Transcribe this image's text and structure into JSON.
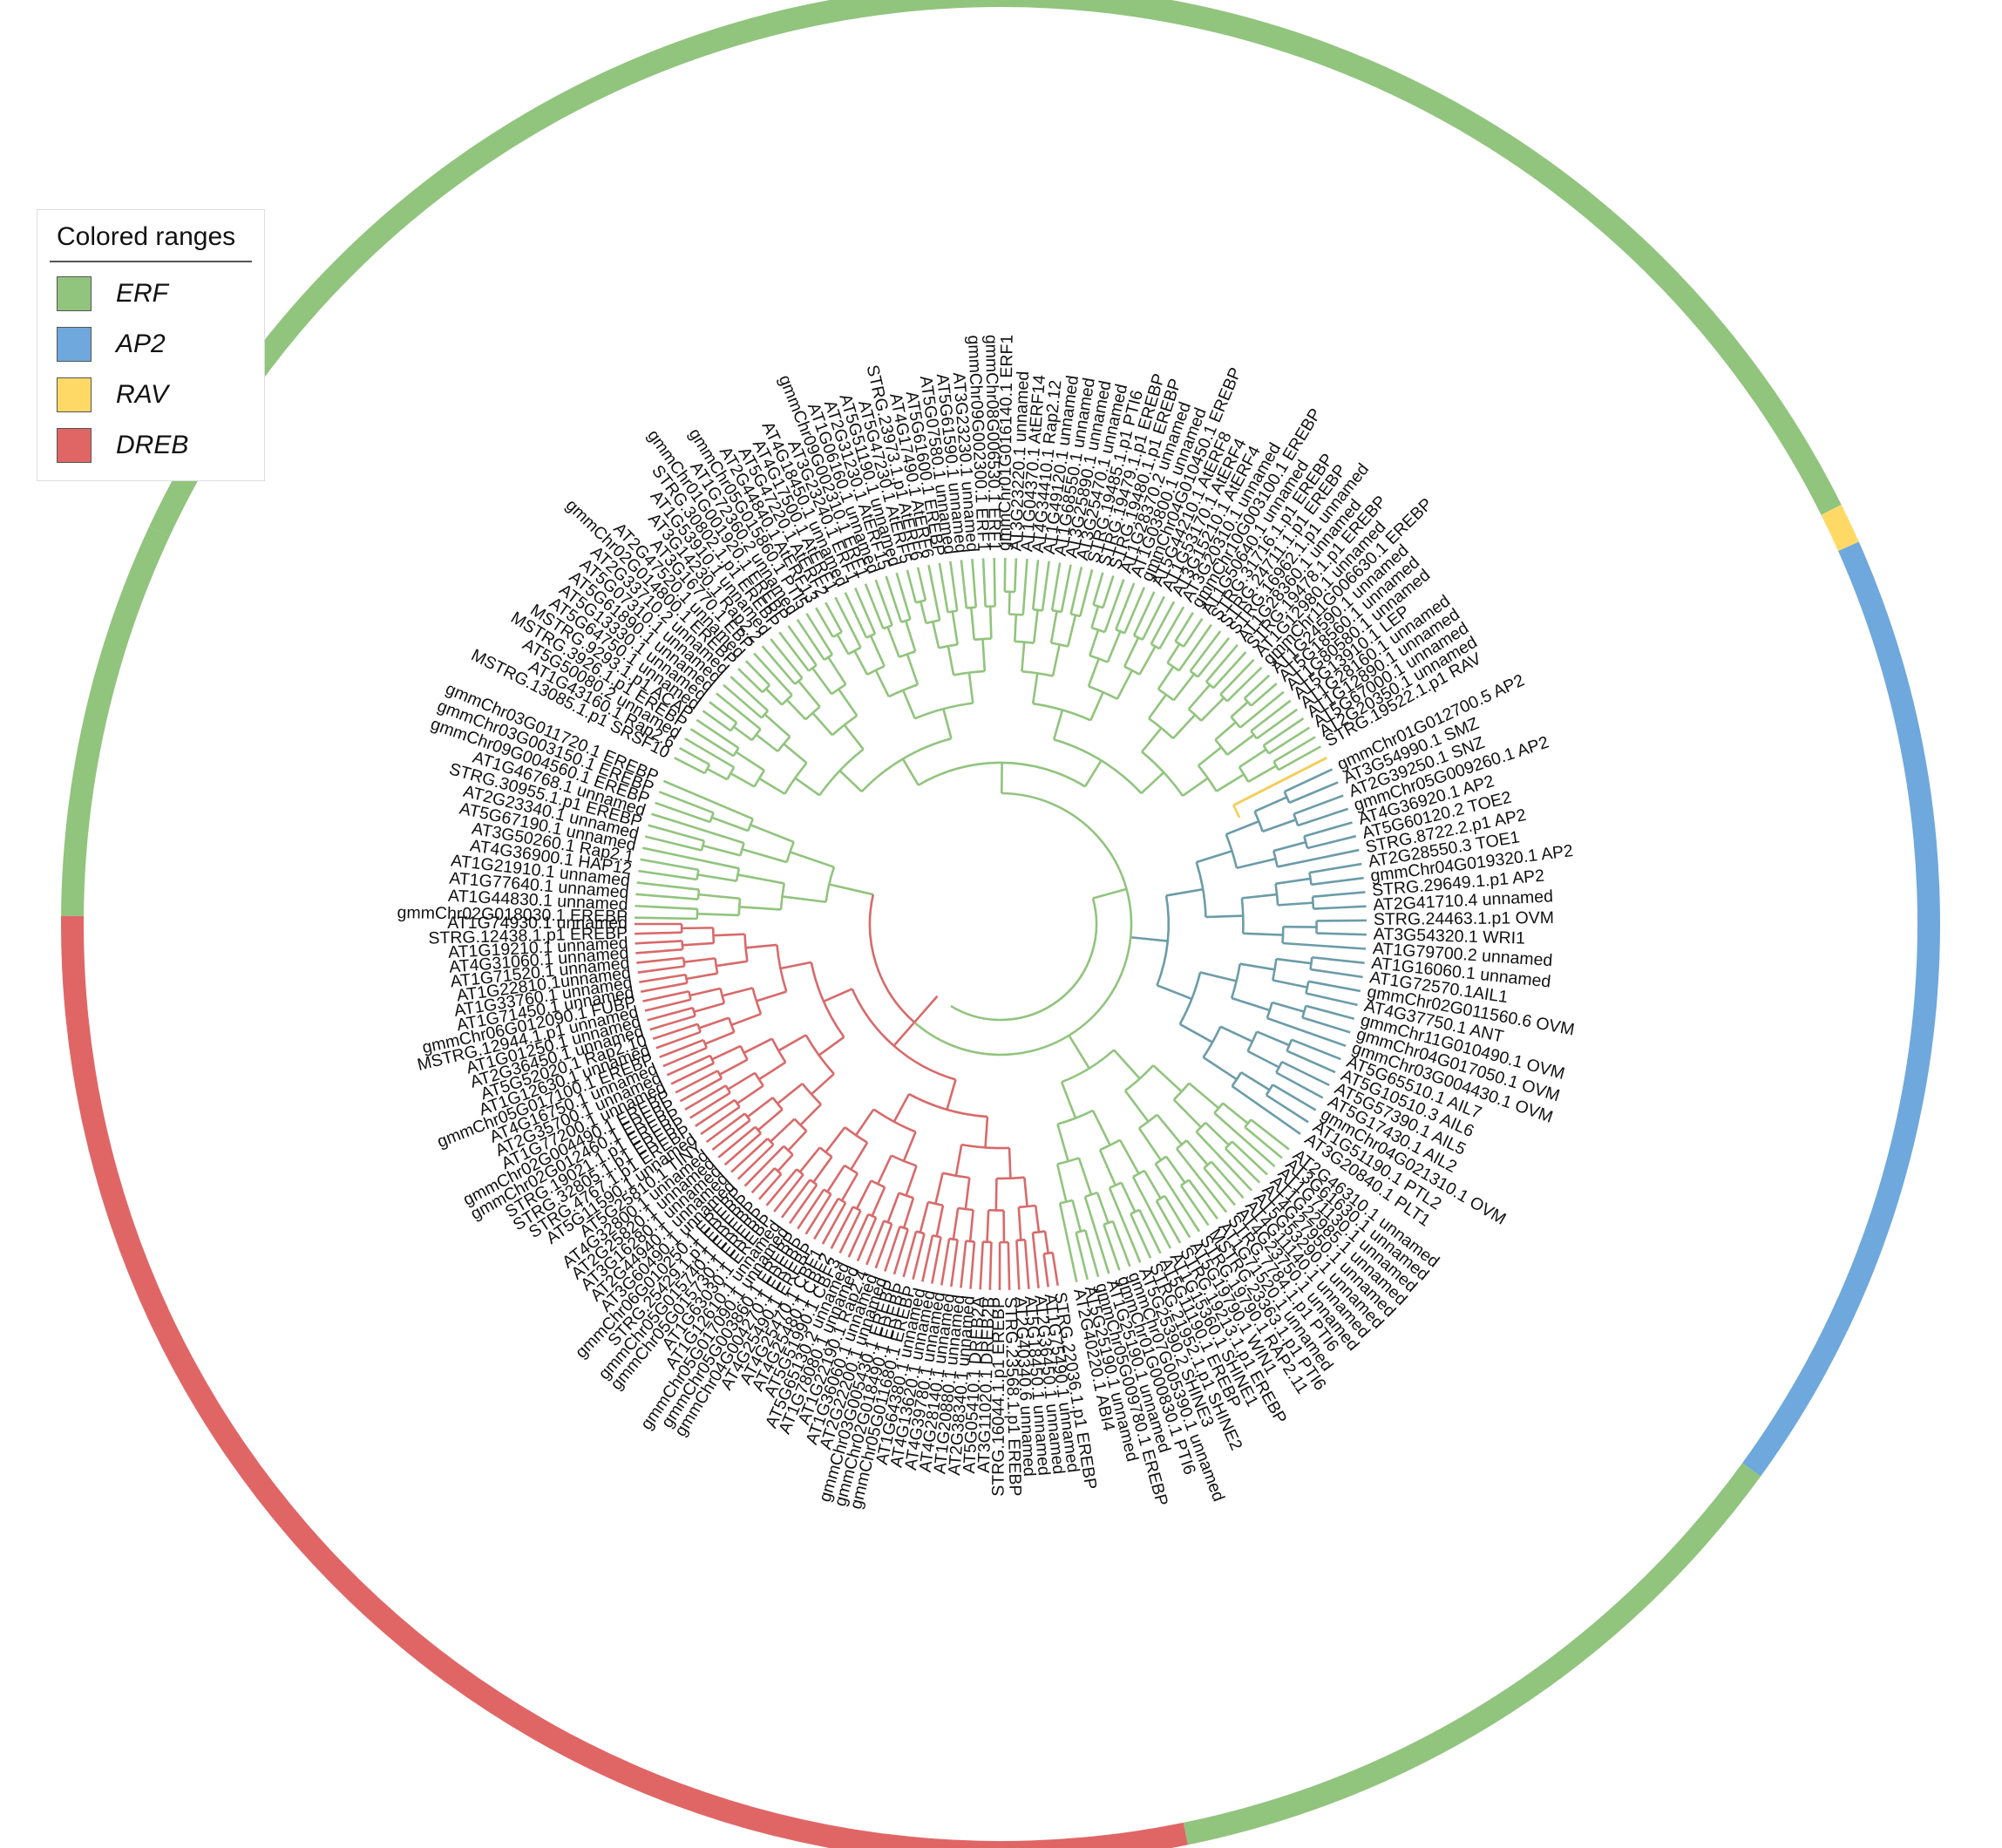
{
  "legend": {
    "title": "Colored ranges",
    "items": [
      {
        "label": "ERF",
        "color": "#91c47d"
      },
      {
        "label": "AP2",
        "color": "#6fa8dc"
      },
      {
        "label": "RAV",
        "color": "#ffd966"
      },
      {
        "label": "DREB",
        "color": "#e06666"
      }
    ]
  },
  "branch_colors": {
    "ERF": "#91c47d",
    "AP2": "#6b9ca8",
    "RAV": "#f2cf5b",
    "DREB": "#d86a6a"
  },
  "tree": {
    "ERF_upper": [
      "MSTRG.13085.1.p1 SRSF10",
      "AT1G43160.1 Rap2.6",
      "AT5G50080.2 unnamed",
      "MSTRG.3926.1.p1 EREBP",
      "MSTRG.9293.1.p1 ACAP",
      "AT5G64750.1 unnamed",
      "AT5G13330.1 unnamed",
      "AT5G61890.1 unnamed",
      "AT5G07310.1 unnamed",
      "AT2G33710.2 unnamed",
      "gmmChr02G014800.1 EREBP",
      "AT2G47520.1 unnamed",
      "AT3G16770.1 EBP",
      "AT3G14230.1 Rap2.2",
      "AT1G53910.1 unnamed",
      "STRG.30802.1.p1 EREBP",
      "gmmChr01G001920.1 EREBP",
      "AT1G72360.2 unnamed",
      "gmmChr05G015860.1 PTI5",
      "AT2G44840.1 AtERF13",
      "AT5G47220.1 AtERF2",
      "AT4G17500.1 AtERF1",
      "AT4G18450.1 unnamed",
      "AT3G23240.1 ERF1",
      "gmmChr09G002310.1 ERF1",
      "AT1G06160.1 unnamed",
      "AT2G31230.1 AtERF15",
      "AT5G51190.1 unnamed",
      "AT5G47230.1 AtERF5",
      "STRG.23973.1.p1 AtERF6",
      "AT4G17490.1 AtERF6",
      "AT5G61600.1 EREBP",
      "AT5G07580.1 unnamed",
      "AT5G61590.1 unnamed",
      "AT3G23230.1 unnamed",
      "gmmChr09G002300.1 ERF1",
      "gmmChr08G006530.1 ERF1",
      "gmmChr01G016140.1 ERF1",
      "AT3G23220.1 unnamed",
      "AT1G04370.1 AtERF14",
      "AT4G34410.1 Rap2.12",
      "AT1G49120.1 unnamed",
      "AT1G68550.1 unnamed",
      "AT3G25890.1 unnamed",
      "AT3G25470.1 unnamed",
      "STRG.19485.1.p1 PTI6",
      "STRG.19479.1.p1 EREBP",
      "STRG.19480.1.p1 EREBP",
      "AT1G28370.2 unnamed",
      "AT1G03800.1 unnamed",
      "gmmChr04G010450.1 EREBP",
      "AT5G44210.1 AtERF8",
      "AT1G53170.1 AtERF4",
      "AT3G15210.1 AtERF4",
      "AT3G20310.1 unnamed",
      "gmmChr10G003100.1 EREBP",
      "AT1G50640.1 unnamed",
      "STRG.31716.1.p1 EREBP",
      "STRG.24711.1.p1 EREBP",
      "STRG.16962.1.p1 unnamed",
      "AT1G28360.1 unnamed",
      "STRG.19478.1.p1 EREBP",
      "AT1G12980.1 unnamed",
      "gmmChr11G006630.1 EREBP",
      "AT1G24590.1 unnamed",
      "AT5G18560.1 unnamed",
      "AT1G80580.1 unnamed",
      "AT5G13910.1 LEP",
      "AT1G28160.1 unnamed",
      "AT1G12890.1 unnamed",
      "AT5G67000.1 unnamed",
      "AT2G20350.1 unnamed",
      "STRG.19522.1.p1 RAV"
    ],
    "AP2": [
      "gmmChr01G012700.5 AP2",
      "AT3G54990.1 SMZ",
      "AT2G39250.1 SNZ",
      "gmmChr05G009260.1 AP2",
      "AT4G36920.1 AP2",
      "AT5G60120.2 TOE2",
      "STRG.8722.2.p1 AP2",
      "AT2G28550.3 TOE1",
      "gmmChr04G019320.1 AP2",
      "STRG.29649.1.p1 AP2",
      "AT2G41710.4 unnamed",
      "STRG.24463.1.p1 OVM",
      "AT3G54320.1 WRI1",
      "AT1G79700.2 unnamed",
      "AT1G16060.1 unnamed",
      "AT1G72570.1AIL1",
      "gmmChr02G011560.6 OVM",
      "AT4G37750.1 ANT",
      "gmmChr11G010490.1 OVM",
      "gmmChr04G017050.1 OVM",
      "gmmChr03G004430.1 OVM",
      "AT5G65510.1 AIL7",
      "AT5G10510.3 AIL6",
      "AT5G57390.1 AIL5",
      "AT5G17430.1 AIL2",
      "gmmChr04G021310.1 OVM",
      "AT1G51190.1 PTL2",
      "AT3G20840.1 PLT1"
    ],
    "ERF_lower": [
      "AT2G46310.1 unnamed",
      "AT3G61630.1 unnamed",
      "AT1G71130.1 unnamed",
      "AT1G22985.1 unnamed",
      "AT4G27950.1 unnamed",
      "AT5G53290.1 unnamed",
      "AT4G11140.1 unnamed",
      "AT4G23750.1 unnamed",
      "STRG.7784.1.p1 PTI6",
      "AT1G71520.1 unnamed",
      "MSTRG.23363.1.p1 PTI6",
      "STRG.19790.1 RAP2.11",
      "AT5G19790.1 WIN1",
      "STRG.19213.1.p1 EREBP",
      "AT1G15360.1 SHINE1",
      "AT5G11190.1 EREBP",
      "STRG.21952.1.p1 SHINE2",
      "AT5G25390.2 SHINE3",
      "gmmChr07G005390.1 unnamed",
      "gmmChr01G000830.1 PTI6",
      "AT1G25190.1 unnamed",
      "gmmChr05G009780.1 EREBP",
      "AT5G25190.1 unnamed",
      "AT2G40220.1 ABI4"
    ],
    "DREB": [
      "STRG.22036.1.p1 EREBP",
      "AT1G75490.1 unnamed",
      "AT2G36450.1 unnamed",
      "AT5G18450.1 unnamed",
      "AT2G40340.6 unnamed",
      "STRG.23568.1.p1 EREBP",
      "STRG.16044.1.p1 EREBP",
      "AT3G11020.1 DREB2B",
      "AT5G05410.1 DREB2A",
      "AT2G38340.1 unnamed",
      "AT1G20880.1 unnamed",
      "AT4G28140.1 unnamed",
      "AT4G39780.1 unnamed",
      "AT4G13620.1 unnamed",
      "AT1G64380.1 unnamed",
      "gmmChr05G011680.1 EREBP",
      "gmmChr02G018490.1 EREBP",
      "gmmChr03G005430.1 EREBP",
      "AT2G22200.1 unnamed",
      "AT1G36060.1 unnamed",
      "AT1G22190.1 Rap2.4",
      "AT1G78080.1 unnamed",
      "AT5G65130.2 unnamed",
      "AT5G51990.1 CBF3",
      "AT4G25480.1 CBF2",
      "AT4G25470.1 CBF1",
      "AT4G25490.1 EREBP",
      "gmmChr04G004270.1 EREBP",
      "gmmChr05G003860.1 EREBP",
      "gmmChr05G017090.1 unnamed",
      "AT1G12610.1 unnamed",
      "AT1G63030.1 EREBP",
      "gmmChr05G015730.1 EREBP",
      "gmmChr05G015740.1 EREBP",
      "STRG.25429.1.p1 EREBP",
      "gmmChr06G010250.1 EREBP",
      "AT3G60490.1 unnamed",
      "AT2G44940.1 unnamed",
      "AT3G16280.1 unnamed",
      "AT2G25820.1 unnamed",
      "AT4G32800.1 unnamed",
      "AT5G25810.1 TINY",
      "AT5G11590.1 unnamed",
      "STRG.4767.1.p1 EREBP",
      "STRG.32805.1.p1 EREBP",
      "STRG.19021.1.p1 EREBP",
      "gmmChr02G012460.1 EREBP",
      "gmmChr02G004490.1 EREBP",
      "AT1G77200.1 unnamed",
      "AT2G35700.1 unnamed",
      "AT4G16750.1 unnamed",
      "gmmChr05G017100.1 EREBP",
      "AT1G12630.1 unnamed",
      "AT5G52020.1 Rap2.10",
      "AT2G36450.1 unnamed",
      "AT1G01250.1 unnamed",
      "MSTRG.12944.1.p1 unnamed",
      "gmmChr06G012090.1 FUBP",
      "AT1G71450.1 unnamed",
      "AT1G33760.1 unnamed",
      "AT1G22810.1unnamed",
      "AT1G71520.1 unnamed",
      "AT4G31060.1 unnamed",
      "AT1G19210.1 unnamed",
      "STRG.12438.1.p1 EREBP",
      "AT1G74930.1 unnamed"
    ],
    "ERF_left": [
      "gmmChr02G018030.1 EREBP",
      "AT1G44830.1 unnamed",
      "AT1G77640.1 unnamed",
      "AT1G21910.1 unnamed",
      "AT4G36900.1 HAP12",
      "AT3G50260.1 Rap2.1",
      "AT5G67190.1 unnamed",
      "AT2G23340.1 unnamed",
      "STRG.30955.1.p1 EREBP",
      "AT1G46768.1 unnamed",
      "gmmChr09G004560.1 EREBP",
      "gmmChr03G003150.1 EREBP",
      "gmmChr03G011720.1 EREBP"
    ]
  }
}
